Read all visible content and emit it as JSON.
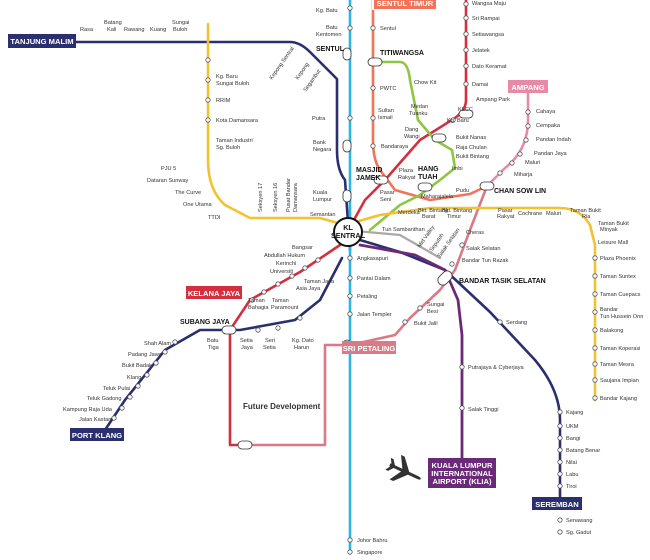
{
  "colors": {
    "red": "#d32f3f",
    "blue": "#2b2f6e",
    "green": "#8dc63f",
    "orange": "#f0735a",
    "pink": "#e88aa6",
    "yellow": "#f2c230",
    "gray": "#a9a9a9",
    "purple": "#6b2a78",
    "cyan": "#2bb6e0",
    "salmon": "#d97a86"
  },
  "labels": {
    "tanjung_malim": "TANJUNG MALIM",
    "sentul_timur": "SENTUL TIMUR",
    "titiwangsa": "TITIWANGSA",
    "ampang": "AMPANG",
    "sentul": "SENTUL",
    "masjid_jamek_a": "MASJID",
    "masjid_jamek_b": "JAMEK",
    "hang_tuah_a": "HANG",
    "hang_tuah_b": "TUAH",
    "chan_sow_lin": "CHAN SOW LIN",
    "kl_sentral_a": "KL",
    "kl_sentral_b": "SENTRAL",
    "kelana_jaya": "KELANA JAYA",
    "subang_jaya": "SUBANG JAYA",
    "bandar_tasik_selatan": "BANDAR TASIK SELATAN",
    "sri_petaling": "SRI PETALING",
    "port_klang": "PORT KLANG",
    "klia_1": "KUALA LUMPUR",
    "klia_2": "INTERNATIONAL",
    "klia_3": "AIRPORT (KLIA)",
    "seremban": "SEREMBAN",
    "future": "Future Development"
  },
  "stations": {
    "rasa": "Rasa",
    "batang_kali_1": "Batang",
    "batang_kali_2": "Kali",
    "rawang": "Rawang",
    "kuang": "Kuang",
    "sungai_buloh_1": "Sungai",
    "sungai_buloh_2": "Buloh",
    "kg_batu": "Kg. Batu",
    "batu_kentomen_1": "Batu",
    "batu_kentomen_2": "Kentomen",
    "kepong_sentral": "Kepong Sentral",
    "kepong": "Kepong",
    "segambut": "Segambut",
    "kg_baru_sb_1": "Kg. Baru",
    "kg_baru_sb_2": "Sungai Buloh",
    "rrim": "RRIM",
    "kota_damansara": "Kota Damansara",
    "taman_industri_1": "Taman Industri",
    "taman_industri_2": "Sg. Buloh",
    "putra": "Putra",
    "bank_negara_1": "Bank",
    "bank_negara_2": "Negara",
    "kuala_lumpur_1": "Kuala",
    "kuala_lumpur_2": "Lumpur",
    "semantan": "Semantan",
    "pjs5": "PJU 5",
    "dataran_sunway": "Dataran Sunway",
    "the_curve": "The Curve",
    "one_utama": "One Utama",
    "ttdi": "TTDI",
    "seksyen17": "Seksyen 17",
    "seksyen16": "Seksyen 16",
    "pusat_bandar_1": "Pusat Bandar",
    "pusat_bandar_2": "Damansara",
    "sentul": "Sentul",
    "pwtc": "PWTC",
    "sultan_ismail_1": "Sultan",
    "sultan_ismail_2": "Ismail",
    "chow_kit": "Chow Kit",
    "medan_tuanku_1": "Medan",
    "medan_tuanku_2": "Tuanku",
    "bandaraya": "Bandaraya",
    "wangsa_maju": "Wangsa Maju",
    "sri_rampai": "Sri Rampai",
    "setiawangsa": "Setiawangsa",
    "jelatek": "Jelatek",
    "dato_keramat": "Dato Keramat",
    "damai": "Damai",
    "ampang_park": "Ampang Park",
    "klcc": "KLCC",
    "kg_baru": "Kg. Baru",
    "dang_wangi_1": "Dang",
    "dang_wangi_2": "Wangi",
    "bukit_nanas": "Bukit Nanas",
    "raja_chulan": "Raja Chulan",
    "bukit_bintang": "Bukit Bintang",
    "imbi": "Imbi",
    "cahaya": "Cahaya",
    "cempaka": "Cempaka",
    "pandan_indah": "Pandan Indah",
    "pandan_jaya": "Pandan Jaya",
    "maluri": "Maluri",
    "miharja": "Miharja",
    "plaza_rakyat_1": "Plaza",
    "plaza_rakyat_2": "Rakyat",
    "pudu": "Pudu",
    "pasar_seni_1": "Pasar",
    "pasar_seni_2": "Seni",
    "maharajalela": "Maharajalela",
    "merdeka": "Merdeka",
    "bkt_bintang_barat_1": "Bkt. Bintang",
    "bkt_bintang_barat_2": "Barat",
    "bkt_bintang_timur_1": "Bkt. Bintang",
    "bkt_bintang_timur_2": "Timur",
    "pasar_rakyat_1": "Pasar",
    "pasar_rakyat_2": "Rakyat",
    "cochrane": "Cochrane",
    "maluri_y": "Maluri",
    "taman_bukit_ria_1": "Taman Bukit",
    "taman_bukit_ria_2": "Ria",
    "taman_bukit_minyak_1": "Taman Bukit",
    "taman_bukit_minyak_2": "Minyak",
    "leisure_mall": "Leisure Mall",
    "plaza_phoenix": "Plaza Phoenix",
    "taman_suntex": "Taman Suntex",
    "taman_cuepacs": "Taman Cuepacs",
    "bandar_tho_1": "Bandar",
    "bandar_tho_2": "Tun Hussein Onn",
    "balakong": "Balakong",
    "taman_koperasi": "Taman Koperasi",
    "taman_mesra": "Taman Mesra",
    "saujana_impian": "Saujana Impian",
    "bandar_kajang": "Bandar Kajang",
    "tun_sambanthan": "Tun Sambanthan",
    "mid_valley": "Mid Valley",
    "seputeh": "Seputeh",
    "salak_selatan_diag": "Salak Selatan",
    "cheras": "Cheras",
    "salak_selatan": "Salak Selatan",
    "bandar_tun_razak": "Bandar Tun Razak",
    "bangsar": "Bangsar",
    "abdullah_hukum": "Abdullah Hukum",
    "kerinchi": "Kerinchi",
    "universiti": "Universiti",
    "taman_jaya": "Taman Jaya",
    "asia_jaya": "Asia Jaya",
    "taman_bahagia_1": "Taman",
    "taman_bahagia_2": "Bahagia",
    "taman_paramount_1": "Taman",
    "taman_paramount_2": "Paramount",
    "angkasapuri": "Angkasapuri",
    "pantai_dalam": "Pantai Dalam",
    "petaling": "Petaling",
    "jalan_templer": "Jalan Templer",
    "sungai_besi_1": "Sungai",
    "sungai_besi_2": "Besi",
    "bukit_jalil": "Bukit Jalil",
    "serdang": "Serdang",
    "putrajaya": "Putrajaya & Cyberjaya",
    "salak_tinggi": "Salak Tinggi",
    "shah_alam": "Shah Alam",
    "padang_jawa": "Padang Jawa",
    "bukit_badak": "Bukit Badak",
    "klang": "Klang",
    "teluk_pulai": "Teluk Pulai",
    "teluk_gadong": "Teluk Gadong",
    "kampung_raja_uda": "Kampung Raja Uda",
    "jalan_kastam": "Jalan Kastam",
    "batu_tiga_1": "Batu",
    "batu_tiga_2": "Tiga",
    "setia_jaya_1": "Setia",
    "setia_jaya_2": "Jaya",
    "seri_setia_1": "Seri",
    "seri_setia_2": "Setia",
    "kg_dato_harun_1": "Kg. Dato",
    "kg_dato_harun_2": "Harun",
    "kajang": "Kajang",
    "ukm": "UKM",
    "bangi": "Bangi",
    "batang_benar": "Batang Benar",
    "nilai": "Nilai",
    "labu": "Labu",
    "tiroi": "Tiroi",
    "senawang": "Senawang",
    "sg_gadut": "Sg. Gadut",
    "johor_bahru": "Johor Bahru",
    "singapore": "Singapore"
  }
}
